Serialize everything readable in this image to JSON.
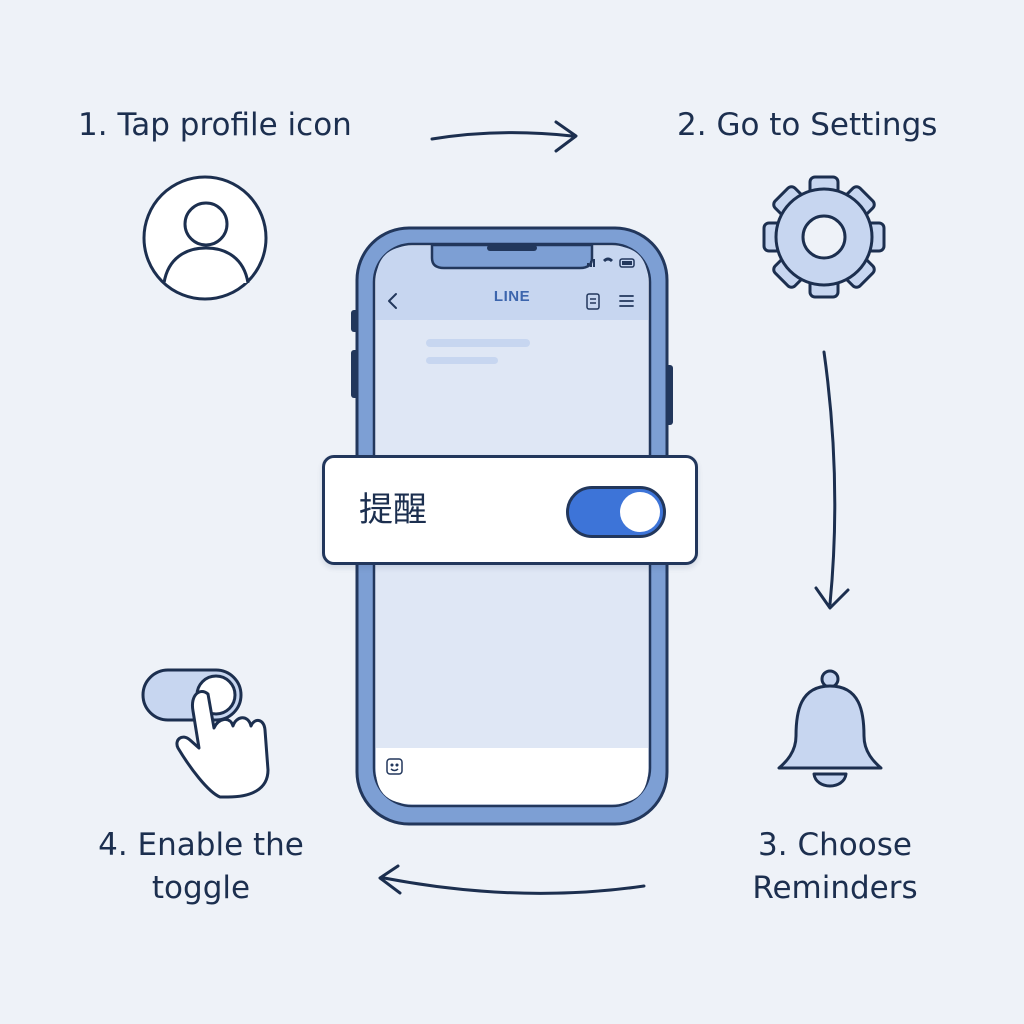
{
  "steps": [
    {
      "number": "1.",
      "text": "Tap profile icon",
      "icon": "profile-icon"
    },
    {
      "number": "2.",
      "text": "Go to Settings",
      "icon": "gear-icon"
    },
    {
      "number": "3.",
      "lines": [
        "Choose",
        "Reminders"
      ],
      "icon": "bell-icon"
    },
    {
      "number": "4.",
      "lines": [
        "Enable the",
        "toggle"
      ],
      "icon": "hand-toggle-icon"
    }
  ],
  "phone": {
    "app_title": "LINE",
    "setting": {
      "label": "提醒",
      "toggle_on": true
    }
  },
  "colors": {
    "background": "#eef2f8",
    "ink": "#1c2f4f",
    "accent": "#3d74d8",
    "phone_frame": "#7d9fd4",
    "screen": "#dfe7f5"
  }
}
